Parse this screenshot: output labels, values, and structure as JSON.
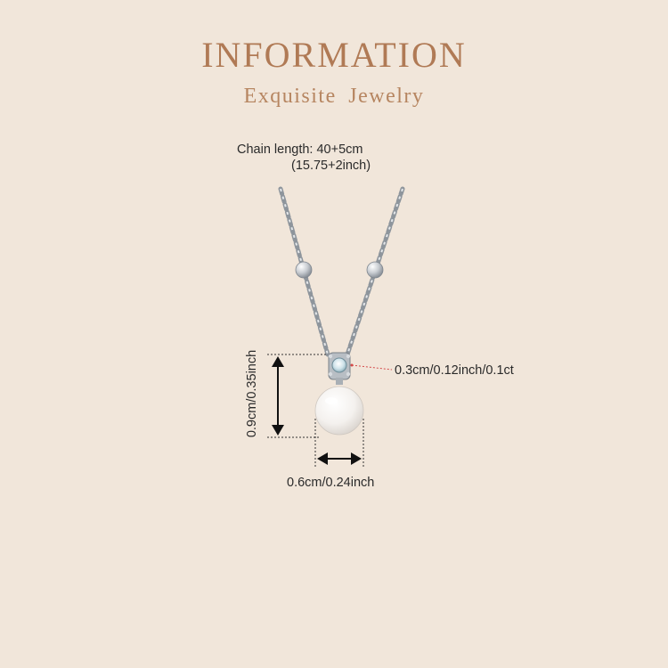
{
  "header": {
    "title": "INFORMATION",
    "subtitle": "Exquisite  Jewelry"
  },
  "specs": {
    "chain_length": "Chain length: 40+5cm",
    "chain_length_inch": "(15.75+2inch)",
    "stone_size": "0.3cm/0.12inch/0.1ct",
    "pendant_height": "0.9cm/0.35inch",
    "pendant_width": "0.6cm/0.24inch"
  },
  "colors": {
    "background": "#f1e6da",
    "title": "#b07a55",
    "subtitle": "#b68560",
    "text": "#2a2a2a"
  }
}
